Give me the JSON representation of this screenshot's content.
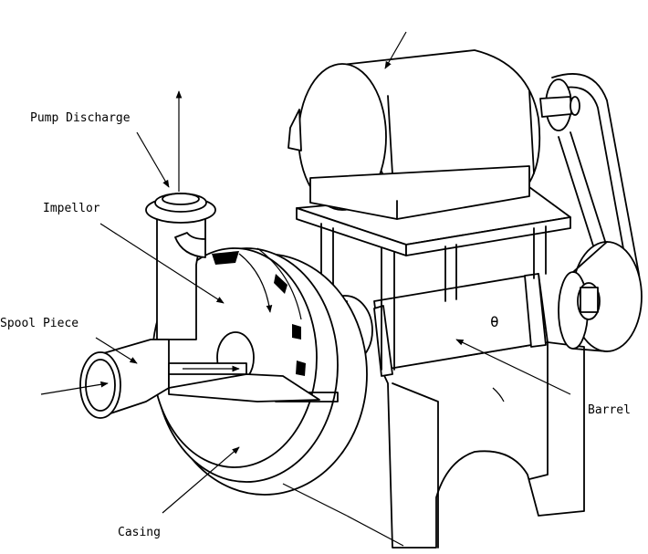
{
  "labels": {
    "pump_discharge": "Pump Discharge",
    "impellor": "Impellor",
    "spool_piece": "Spool Piece",
    "casing": "Casing",
    "barrel": "Barrel",
    "theta": "θ"
  },
  "colors": {
    "ink": "#000000",
    "paper": "#ffffff"
  }
}
